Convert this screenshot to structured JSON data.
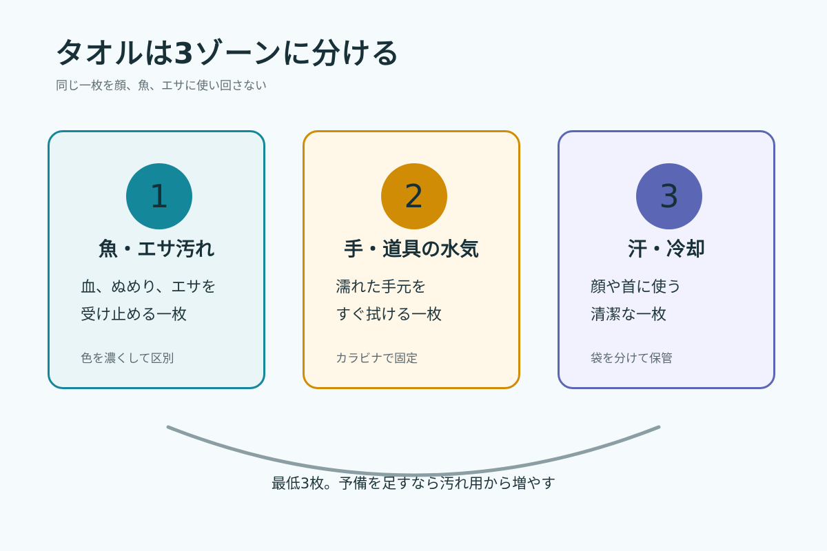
{
  "header": {
    "title": "タオルは3ゾーンに分ける",
    "subtitle": "同じ一枚を顔、魚、エサに使い回さない"
  },
  "cards": [
    {
      "number": "1",
      "title": "魚・エサ汚れ",
      "lines": [
        "血、ぬめり、エサを",
        "受け止める一枚"
      ],
      "note": "色を濃くして区別",
      "color": "#14879a",
      "bg": "#e9f5f7"
    },
    {
      "number": "2",
      "title": "手・道具の水気",
      "lines": [
        "濡れた手元を",
        "すぐ拭ける一枚"
      ],
      "note": "カラビナで固定",
      "color": "#d08c05",
      "bg": "#fff7e8"
    },
    {
      "number": "3",
      "title": "汗・冷却",
      "lines": [
        "顔や首に使う",
        "清潔な一枚"
      ],
      "note": "袋を分けて保管",
      "color": "#5b67b4",
      "bg": "#f1f2fd"
    }
  ],
  "footer": {
    "text": "最低3枚。予備を足すなら汚れ用から増やす",
    "curve_color": "#8a9ea4"
  }
}
